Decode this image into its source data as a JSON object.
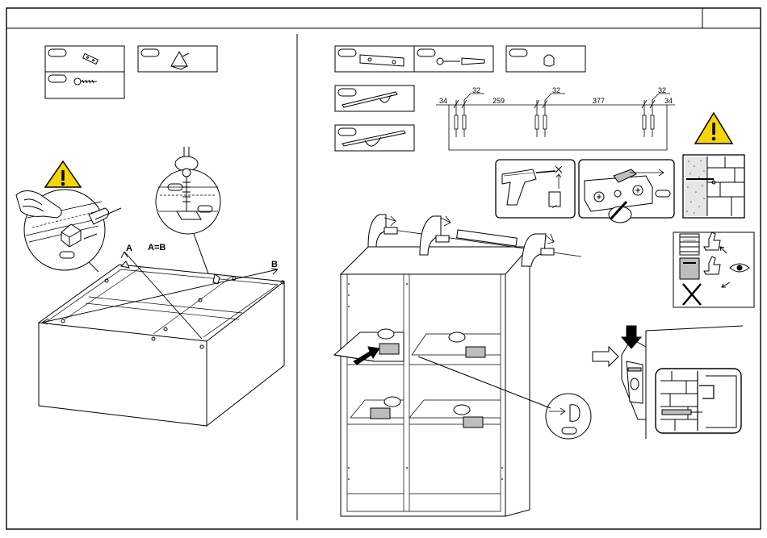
{
  "left": {
    "labels": {
      "a": "A",
      "b": "B",
      "equal": "A=B"
    }
  },
  "right": {
    "dims_top": [
      "32",
      "32",
      "32"
    ],
    "dims_bottom": [
      "34",
      "259",
      "377",
      "34"
    ]
  },
  "icons": {
    "warning": "warning-icon",
    "thumbs": "thumbs-up-icon",
    "eye": "eye-icon",
    "cross": "cross-icon",
    "drill": "drill-icon"
  },
  "colors": {
    "warning_fill": "#f6d500",
    "line": "#000000",
    "grey": "#bdbdbd"
  }
}
